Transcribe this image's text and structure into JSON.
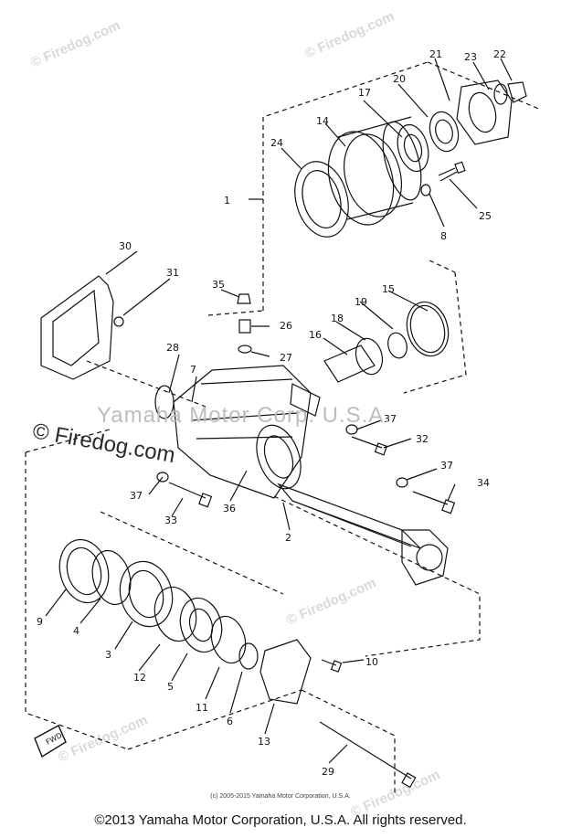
{
  "watermarks": {
    "firedog_faint": "© Firedog.com",
    "firedog_dark": "© Firedog.com",
    "yamaha_corp": "Yamaha Motor Corp. U.S.A."
  },
  "footer": {
    "credit_small": "(c) 2005-2015 Yamaha Motor Corporation, U.S.A.",
    "copyright": "©2013 Yamaha Motor Corporation, U.S.A. All rights reserved."
  },
  "fwd_label": "FWD",
  "callouts": [
    "1",
    "2",
    "3",
    "4",
    "5",
    "6",
    "7",
    "8",
    "9",
    "10",
    "11",
    "12",
    "13",
    "14",
    "15",
    "16",
    "17",
    "18",
    "19",
    "20",
    "21",
    "22",
    "23",
    "24",
    "25",
    "26",
    "27",
    "28",
    "29",
    "30",
    "31",
    "32",
    "33",
    "34",
    "35",
    "36",
    "37"
  ],
  "callout_37_extra": [
    "37",
    "37"
  ]
}
